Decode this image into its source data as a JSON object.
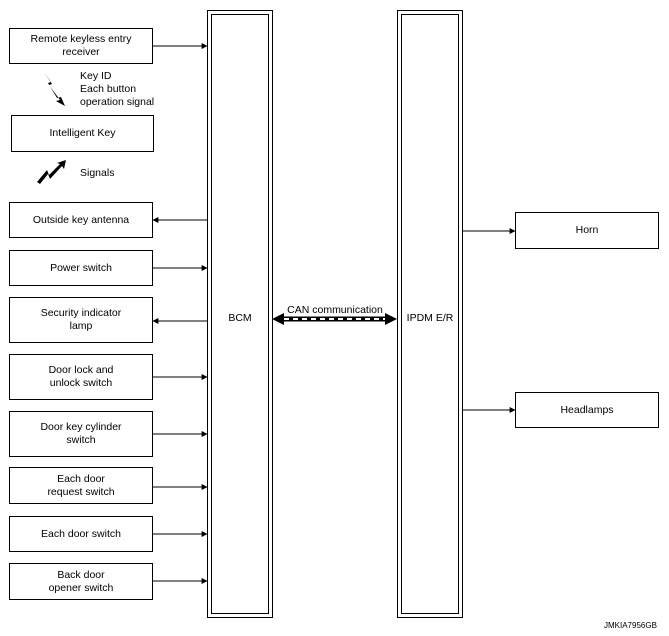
{
  "inputs": {
    "remote_keyless": "Remote keyless entry\nreceiver",
    "key_id_signal": "Key ID\nEach button\noperation signal",
    "intelligent_key": "Intelligent Key",
    "signals": "Signals",
    "outside_antenna": "Outside key antenna",
    "power_switch": "Power switch",
    "security_lamp": "Security indicator\nlamp",
    "door_lock_switch": "Door lock and\nunlock switch",
    "door_key_cylinder": "Door key cylinder\nswitch",
    "door_request_switch": "Each door\nrequest switch",
    "each_door_switch": "Each door switch",
    "back_door_switch": "Back door\nopener switch"
  },
  "bcm_label": "BCM",
  "ipdm_label": "IPDM E/R",
  "can_label": "CAN communication",
  "outputs": {
    "horn": "Horn",
    "headlamps": "Headlamps"
  },
  "figure_code": "JMKIA7956GB"
}
